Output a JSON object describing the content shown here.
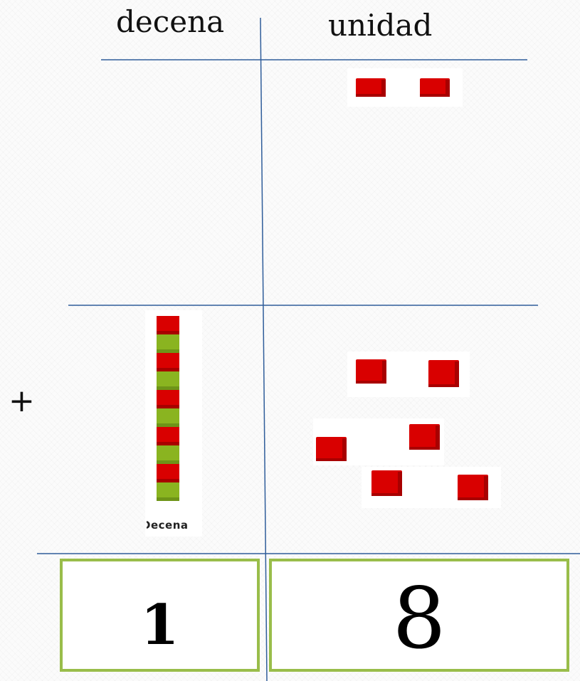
{
  "headers": {
    "tens": "decena",
    "units": "unidad"
  },
  "operator": "+",
  "addend_top": {
    "tens_blocks": 0,
    "unit_blocks": 2
  },
  "addend_bottom": {
    "tens_rods": 1,
    "rod_label": "Decena",
    "rod_segments": 10,
    "unit_blocks": 6
  },
  "result": {
    "tens_digit": "1",
    "units_digit": "8"
  },
  "colors": {
    "grid_line": "#2f5d9a",
    "unit_block": "#d90000",
    "rod_red": "#d90000",
    "rod_green": "#8ab420",
    "result_border": "#99bd4a"
  }
}
